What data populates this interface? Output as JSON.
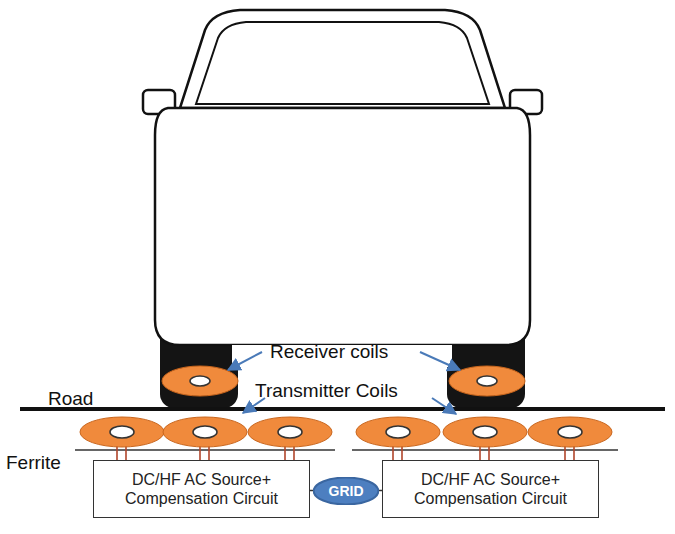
{
  "diagram": {
    "nodes": [
      {
        "text": [
          "DC/HF AC Source+ Compensation Circuit"
        ]
      },
      {
        "text": [
          "GRID"
        ]
      },
      {
        "text": [
          "DC/HF AC Source+ Compensation Circuit"
        ]
      }
    ],
    "edges": [
      {
        "from": 1,
        "to": 0,
        "arrow": "none"
      },
      {
        "from": 1,
        "to": 2,
        "arrow": "none"
      }
    ],
    "labels": [
      "Receiver coils",
      "Transmitter Coils",
      "Road",
      "Ferrite"
    ]
  }
}
